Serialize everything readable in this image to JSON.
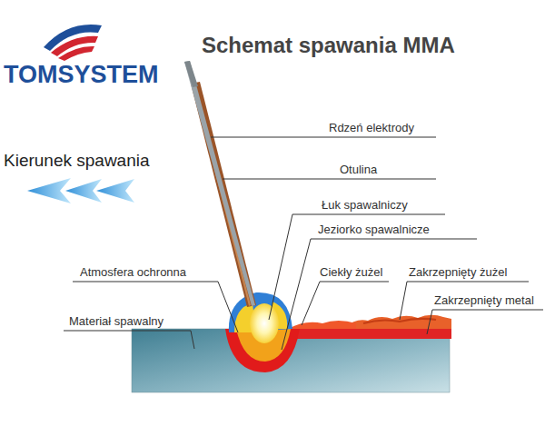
{
  "diagram": {
    "title": "Schemat spawania MMA",
    "labels": [
      "TOMSYSTEM",
      "Kierunek spawania",
      "Rdzeń elektrody",
      "Otulina",
      "Łuk spawalniczy",
      "Jeziorko spawalnicze",
      "Atmosfera ochronna",
      "Ciekły żużel",
      "Zakrzepnięty żużel",
      "Zakrzepnięty metal",
      "Materiał spawalny"
    ]
  }
}
